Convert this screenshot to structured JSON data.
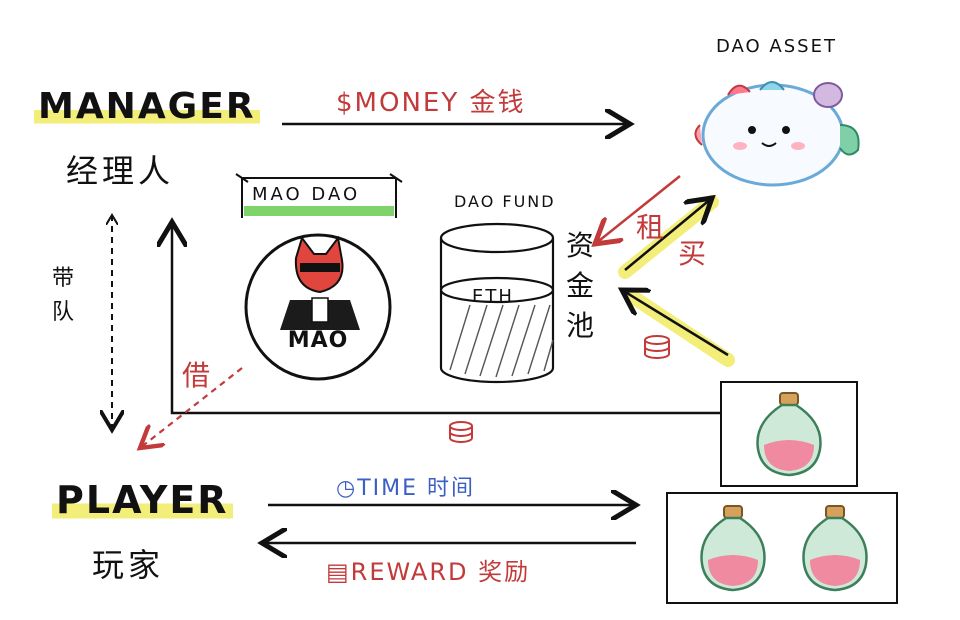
{
  "manager": {
    "title": "MANAGER",
    "subtitle": "经理人"
  },
  "player": {
    "title": "PLAYER",
    "subtitle": "玩家"
  },
  "dao_asset": {
    "title": "DAO ASSET"
  },
  "dao_fund": {
    "title": "DAO FUND",
    "vessel_label": "ETH",
    "side_label": "资金池"
  },
  "mao_dao": {
    "banner": "MAO DAO",
    "logo_text": "MAO"
  },
  "arrows": {
    "money": "$MONEY 金钱",
    "time": "◷TIME 时间",
    "reward": "▤REWARD 奖励",
    "lead_team": "带队",
    "borrow": "借",
    "rent": "租",
    "buy": "买"
  },
  "colors": {
    "red": "#c23a3a",
    "blue": "#3b5fc4",
    "highlight": "#f3ee7a",
    "green": "#7ed36a"
  }
}
